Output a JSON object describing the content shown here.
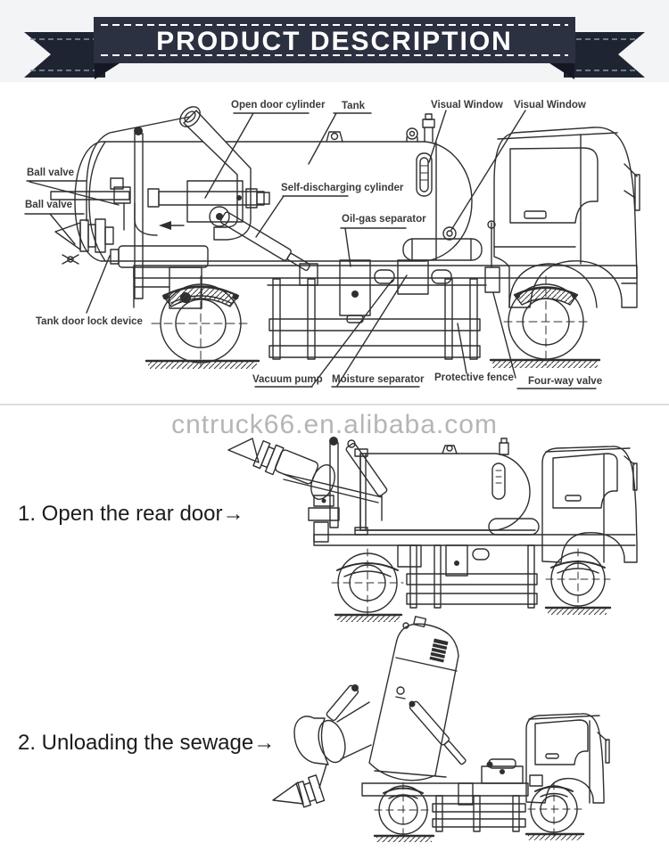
{
  "banner": {
    "title": "PRODUCT DESCRIPTION"
  },
  "watermark": {
    "text": "cntruck66.en.alibaba.com"
  },
  "labels": {
    "open_door_cylinder": "Open door cylinder",
    "tank": "Tank",
    "visual_window_1": "Visual Window",
    "visual_window_2": "Visual Window",
    "ball_valve_1": "Ball valve",
    "ball_valve_2": "Ball valve",
    "self_discharging_cylinder": "Self-discharging cylinder",
    "oil_gas_separator": "Oil-gas separator",
    "tank_door_lock_device": "Tank door lock device",
    "vacuum_pump": "Vacuum pump",
    "moisture_separator": "Moisture separator",
    "protective_fence": "Protective fence",
    "four_way_valve": "Four-way valve"
  },
  "steps": {
    "step1": "1. Open the rear door→",
    "step2": "2. Unloading the sewage→"
  },
  "colors": {
    "ribbon_band": "#2b3140",
    "ribbon_tail": "#1e2431",
    "ribbon_fold": "#131824",
    "ribbon_dash": "#ffffff",
    "tail_dash": "#8d939f",
    "line": "#2f2f2f",
    "label": "#3a3a3a",
    "watermark": "#b5b5b5",
    "divider": "#dedede",
    "step_text": "#1c1c1c",
    "top_bg": "#f3f4f6"
  }
}
